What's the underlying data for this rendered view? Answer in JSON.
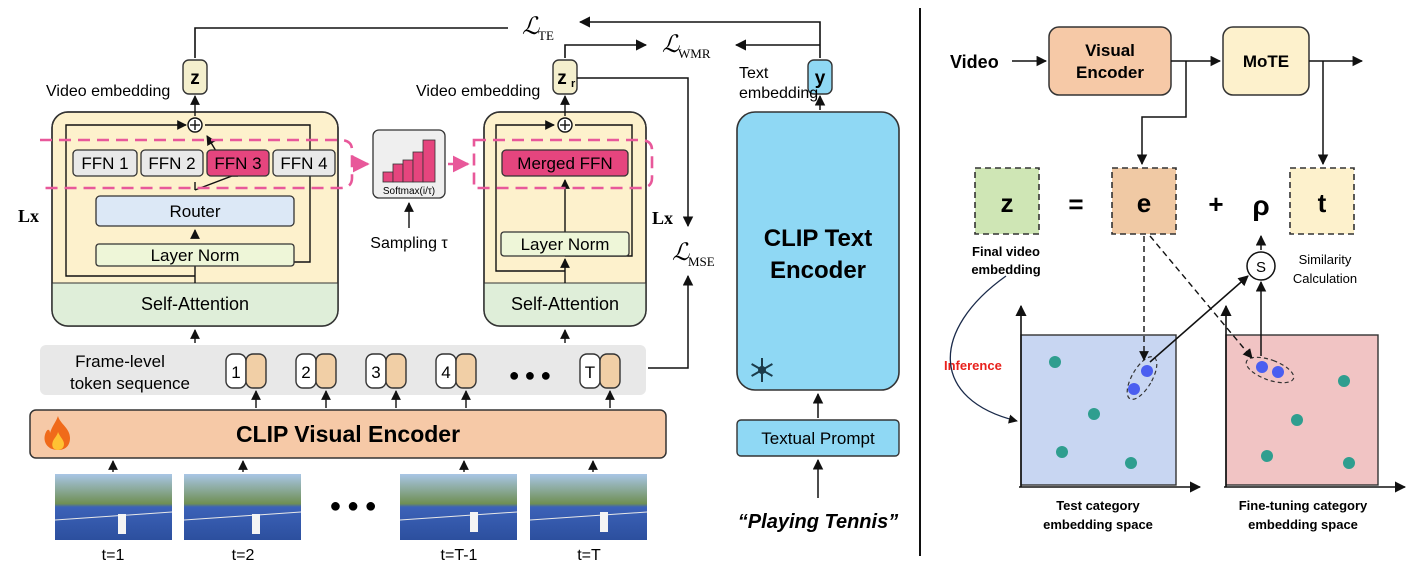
{
  "left": {
    "loss_te": "ℒ",
    "loss_te_sub": "TE",
    "loss_wmr": "ℒ",
    "loss_wmr_sub": "WMR",
    "loss_mse": "ℒ",
    "loss_mse_sub": "MSE",
    "z_label": "z",
    "zr_label": "z",
    "zr_sub": "r",
    "y_label": "y",
    "plus": "⊕",
    "video_embedding_1": "Video embedding",
    "video_embedding_2": "Video embedding",
    "text_embedding_1": "Text",
    "text_embedding_2": "embedding",
    "ffn": [
      "FFN 1",
      "FFN 2",
      "FFN 3",
      "FFN 4"
    ],
    "router": "Router",
    "layer_norm_1": "Layer Norm",
    "layer_norm_2": "Layer Norm",
    "self_attention_1": "Self-Attention",
    "self_attention_2": "Self-Attention",
    "lx_1": "Lx",
    "lx_2": "Lx",
    "softmax": "Softmax(i/τ)",
    "sampling": "Sampling τ",
    "merged_ffn": "Merged FFN",
    "clip_text_1": "CLIP Text",
    "clip_text_2": "Encoder",
    "frame_level_1": "Frame-level",
    "frame_level_2": "token sequence",
    "tokens": [
      "1",
      "2",
      "3",
      "4",
      "T"
    ],
    "dots": "● ● ●",
    "clip_visual": "CLIP Visual Encoder",
    "textual_prompt": "Textual Prompt",
    "prompt": "“Playing Tennis”",
    "frame_labels": [
      "t=1",
      "t=2",
      "t=T-1",
      "t=T"
    ],
    "frame_dots": "● ● ●"
  },
  "right": {
    "video": "Video",
    "visual_encoder_1": "Visual",
    "visual_encoder_2": "Encoder",
    "mote": "MoTE",
    "z": "z",
    "equals": "=",
    "e": "e",
    "plus": "+",
    "rho": "ρ",
    "t": "t",
    "s": "S",
    "final_1": "Final video",
    "final_2": "embedding",
    "similarity_1": "Similarity",
    "similarity_2": "Calculation",
    "inference": "Inference",
    "test_1": "Test category",
    "test_2": "embedding space",
    "ft_1": "Fine-tuning category",
    "ft_2": "embedding space"
  },
  "colors": {
    "block_fill": "#fdf1cc",
    "attention_fill": "#dfeed9",
    "ffn_pink": "#e5457e",
    "router_blue": "#dce8f6",
    "layernorm_green": "#eef6d8",
    "text_encoder_blue": "#8fd8f4",
    "visual_encoder_orange": "#f6c9a7",
    "token_orange": "#f1cfa6",
    "dash_pink": "#e8589a",
    "dot_teal": "#2f9e8f",
    "dot_blue": "#4a5ef0",
    "space_blue": "#c8d6f2",
    "space_pink": "#f1c4c4",
    "inference_red": "#e8211c"
  }
}
